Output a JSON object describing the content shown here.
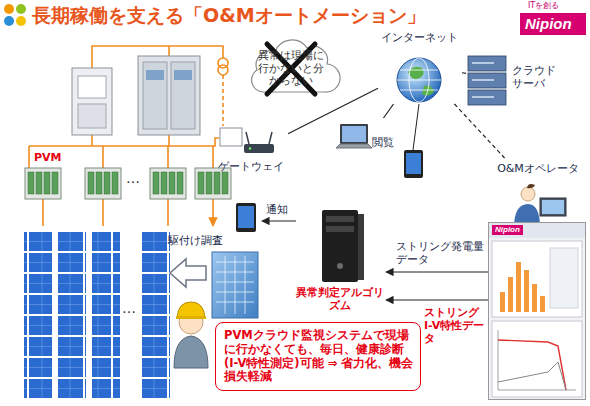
{
  "diagram": {
    "title": "長期稼働を支える「O&Mオートメーション」",
    "nodes": [
      {
        "text": [
          "異常は現場に行かないと分からない"
        ]
      },
      {
        "text": [
          "インターネット"
        ]
      },
      {
        "text": [
          "クラウドサーバ"
        ]
      },
      {
        "text": [
          "ゲートウェイ"
        ]
      },
      {
        "text": [
          "閲覧"
        ]
      },
      {
        "text": [
          "O&Mオペレータ"
        ]
      },
      {
        "text": [
          "異常判定アルゴリズム"
        ]
      },
      {
        "text": [
          "Nipion"
        ]
      },
      {
        "text": [
          "PVMクラウド監視システムで現場に行かなくても、毎日、健康診断(I-V特性測定)可能 ⇒ 省力化、機会損失軽減"
        ]
      }
    ],
    "edges": [
      {
        "from": 3,
        "to": 1,
        "arrow": "none"
      },
      {
        "from": 1,
        "to": 2,
        "arrow": "none"
      },
      {
        "from": 1,
        "to": 4,
        "arrow": "none"
      },
      {
        "from": 1,
        "to": 5,
        "arrow": "none"
      },
      {
        "from": 7,
        "to": 6,
        "label": "ストリング発電量データ",
        "arrow": "to"
      },
      {
        "from": 7,
        "to": 6,
        "label": "ストリングI-V特性データ",
        "arrow": "to"
      }
    ],
    "labels": [
      "ITを創る",
      "Nipion",
      "PVM",
      "…",
      "…",
      "通知",
      "駆付け調査"
    ]
  }
}
